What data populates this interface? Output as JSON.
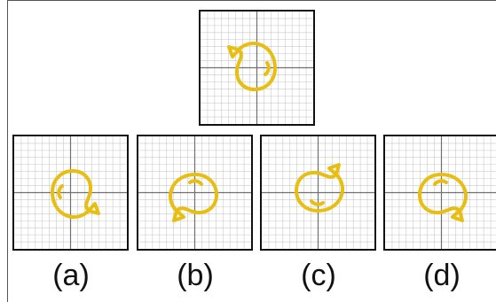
{
  "question": {
    "stroke_color": "#E8BE12",
    "grid_color": "#C9C9C9",
    "axis_color": "#707070"
  },
  "options": [
    {
      "label": "(a)"
    },
    {
      "label": "(b)"
    },
    {
      "label": "(c)"
    },
    {
      "label": "(d)"
    }
  ]
}
